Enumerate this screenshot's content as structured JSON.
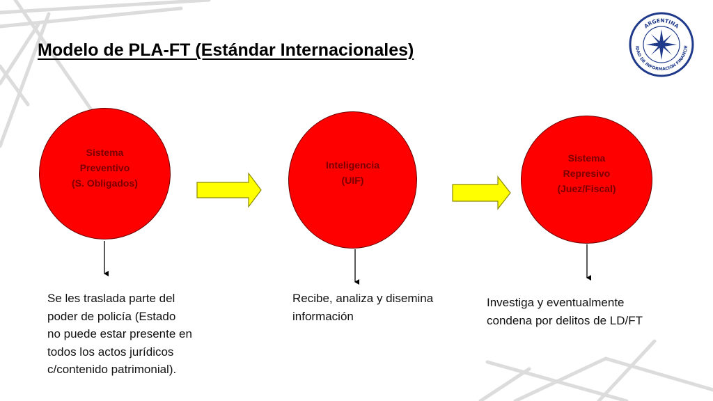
{
  "slide": {
    "title": "Modelo de PLA-FT (Estándar Internacionales)"
  },
  "emblem": {
    "top_text": "ARGENTINA",
    "bottom_text": "UNIDAD DE INFORMACIÓN FINANCIERA"
  },
  "nodes": [
    {
      "label": "Sistema\nPreventivo\n(S. Obligados)",
      "description": "Se les traslada parte del\npoder de policía (Estado\nno puede estar presente en\ntodos los actos jurídicos\nc/contenido patrimonial)."
    },
    {
      "label": "Inteligencia\n(UIF)",
      "description": "Recibe, analiza y disemina\ninformación"
    },
    {
      "label": "Sistema\nRepresivo\n(Juez/Fiscal)",
      "description": "Investiga y eventualmente\ncondena por delitos de LD/FT"
    }
  ],
  "colors": {
    "circle_fill": "#ff0000",
    "circle_text": "#7a0000",
    "arrow_fill": "#ffff00",
    "emblem_blue": "#1f3a8a",
    "decor_gray": "#d9d9d9"
  }
}
